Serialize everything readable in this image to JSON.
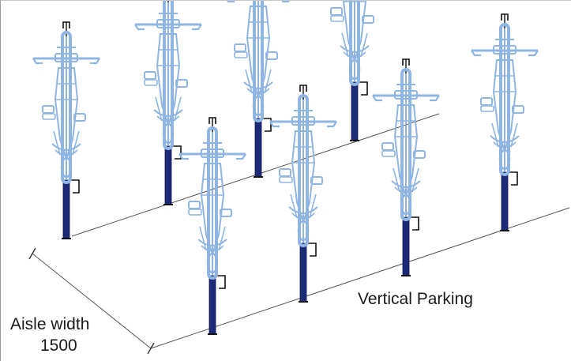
{
  "labels": {
    "parking_type": "Vertical Parking",
    "aisle_width_label": "Aisle width",
    "aisle_width_value": "1500"
  },
  "colors": {
    "bike": "#8fb5e2",
    "bike_dark": "#6f9bd0",
    "post": "#1d2a78",
    "line": "#555555",
    "bracket": "#111111"
  },
  "bikes": [
    {
      "id": "row1-bike-1"
    },
    {
      "id": "row1-bike-2"
    },
    {
      "id": "row1-bike-3"
    },
    {
      "id": "row1-bike-4"
    },
    {
      "id": "row2-bike-1"
    },
    {
      "id": "row2-bike-2"
    },
    {
      "id": "row2-bike-3"
    },
    {
      "id": "row2-bike-4"
    }
  ]
}
